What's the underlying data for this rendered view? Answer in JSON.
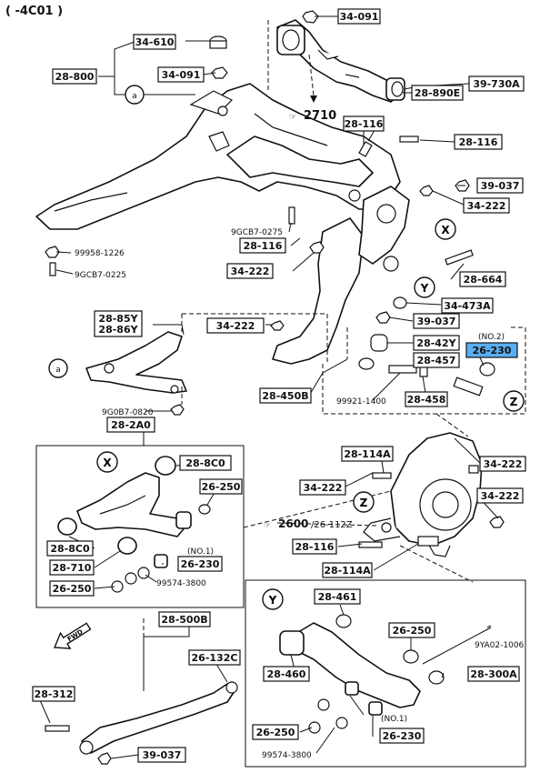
{
  "header": {
    "code": "( -4C01 )"
  },
  "labels": {
    "l34_091a": "34-091",
    "l34_610": "34-610",
    "l28_800": "28-800",
    "l34_091b": "34-091",
    "l39_730a": "39-730A",
    "l28_890e": "28-890E",
    "l2710": "2710",
    "l28_116a": "28-116",
    "l28_116b": "28-116",
    "l39_037a": "39-037",
    "l34_222a": "34-222",
    "l99958": "99958-1226",
    "l9gcb7_0225": "9GCB7-0225",
    "l9gcb7_0275": "9GCB7-0275",
    "l28_116c": "28-116",
    "l34_222b": "34-222",
    "l28_664": "28-664",
    "l34_473a": "34-473A",
    "l39_037b": "39-037",
    "l28_85y": "28-85Y",
    "l28_86y": "28-86Y",
    "l34_222c": "34-222",
    "l28_42y": "28-42Y",
    "lno2": "(NO.2)",
    "l26_230_hl": "26-230",
    "l28_457": "28-457",
    "l28_450b": "28-450B",
    "l99921": "99921-1400",
    "l28_458": "28-458",
    "l9g0b7": "9G0B7-0820",
    "l28_2a0": "28-2A0",
    "l28_8c0a": "28-8C0",
    "l26_250a": "26-250",
    "l28_8c0b": "28-8C0",
    "l28_710": "28-710",
    "lno1a": "(NO.1)",
    "l26_230a": "26-230",
    "l26_250b": "26-250",
    "l99574a": "99574-3800",
    "l28_114a1": "28-114A",
    "l34_222d": "34-222",
    "l34_222e": "34-222",
    "l34_222f": "34-222",
    "l2600": "2600",
    "l26_112z": "/26-112Z",
    "l28_116d": "28-116",
    "l28_114a2": "28-114A",
    "l28_500b": "28-500B",
    "l28_461": "28-461",
    "l26_250c": "26-250",
    "l9ya02": "9YA02-1006",
    "l26_132c": "26-132C",
    "l28_460": "28-460",
    "l28_300a": "28-300A",
    "l28_312": "28-312",
    "lno1b": "(NO.1)",
    "l26_250d": "26-250",
    "l26_230b": "26-230",
    "l99574b": "99574-3800",
    "l39_037c": "39-037",
    "fwd": "FWD"
  },
  "markers": {
    "x": "X",
    "y": "Y",
    "z": "Z",
    "a": "a"
  },
  "colors": {
    "highlight": "#5aaef0",
    "ink": "#111111"
  }
}
